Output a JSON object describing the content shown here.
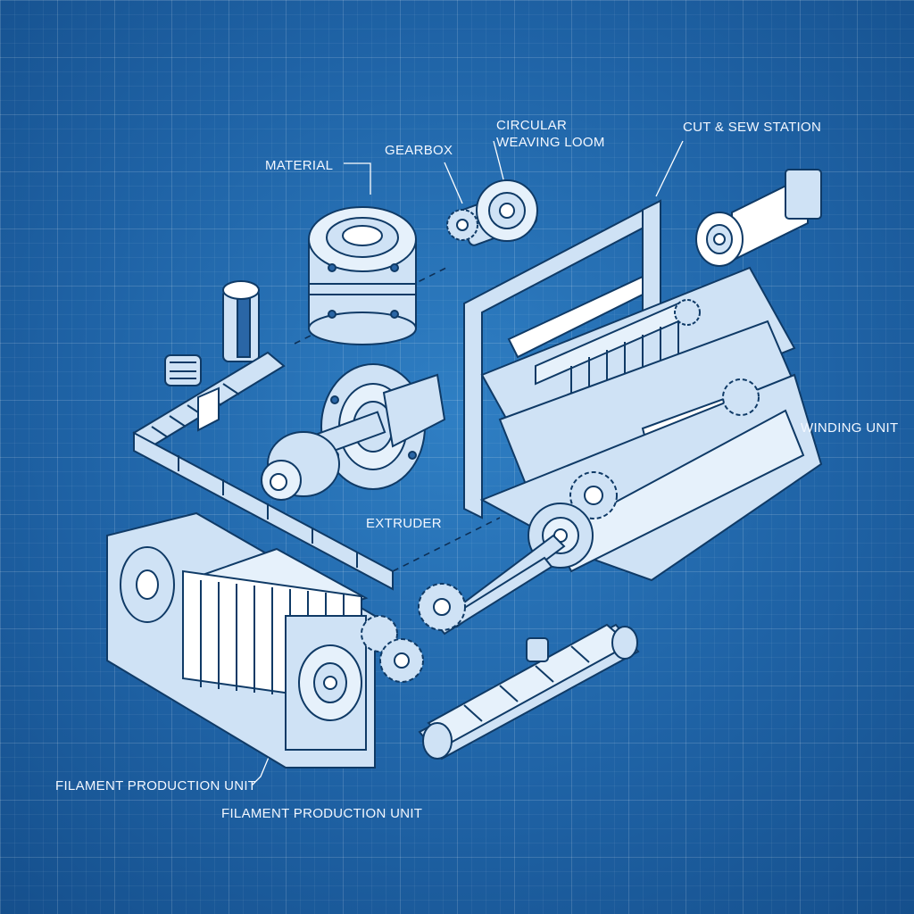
{
  "labels": {
    "material": "MATERIAL",
    "gearbox": "GEARBOX",
    "loom_line1": "CIRCULAR",
    "loom_line2": "WEAVING LOOM",
    "cut_sew": "CUT & SEW STATION",
    "winding": "WINDING UNIT",
    "extruder": "EXTRUDER",
    "filament_1": "FILAMENT PRODUCTION UNIT",
    "filament_2": "FILAMENT PRODUCTION UNIT"
  },
  "colors": {
    "background": "#1f63a6",
    "line_ink": "#0f3a66",
    "part_fill": "#cfe2f5",
    "label_text": "#f2f7ff"
  }
}
